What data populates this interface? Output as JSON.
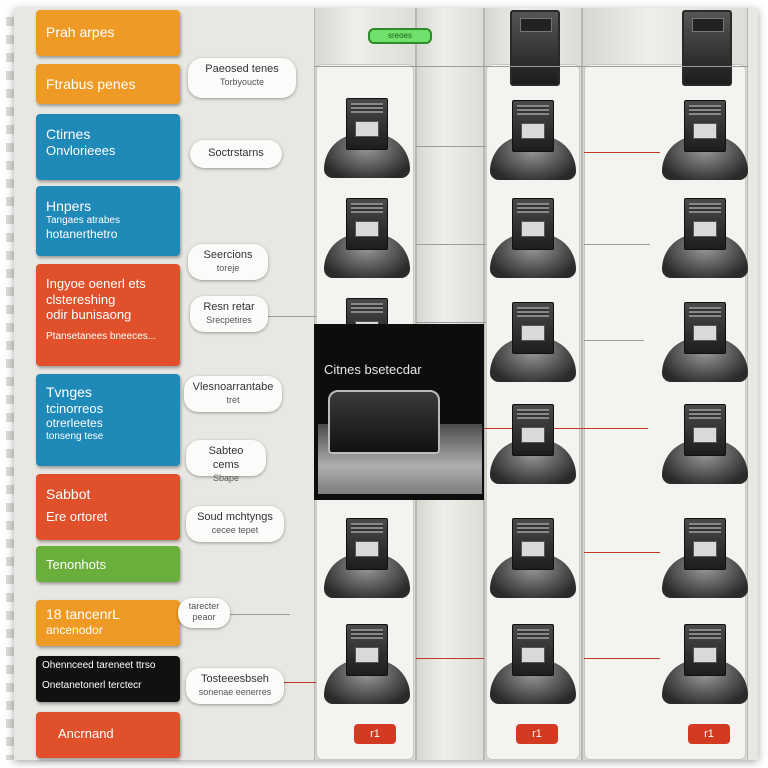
{
  "legend": [
    {
      "lines": [
        "Prah arpes"
      ],
      "color": "orange"
    },
    {
      "lines": [
        "Ftrabus penes"
      ],
      "color": "orange"
    },
    {
      "lines": [
        "Ctirnes",
        "Onvlorieees"
      ],
      "color": "teal"
    },
    {
      "lines": [
        "Hnpers",
        "Tangaes atrabes",
        "hotanerthetro"
      ],
      "color": "teal"
    },
    {
      "lines": [
        "Ingyoe oenerl ets",
        "clstereshing",
        "odir bunisaong",
        "Ptansetanees bneeces..."
      ],
      "color": "red"
    },
    {
      "lines": [
        "Tvnges",
        "tcinorreos",
        "otrerleetes",
        "tonseng tese"
      ],
      "color": "teal"
    },
    {
      "lines": [
        "Sabbot",
        "Ere ortoret"
      ],
      "color": "red"
    },
    {
      "lines": [
        "Tenonhots"
      ],
      "color": "green"
    },
    {
      "lines": [
        "18 tancenrL",
        "ancenodor"
      ],
      "color": "orange"
    },
    {
      "lines": [
        "Ohennceed tareneet ttrso",
        "Onetanetonerl terctecr"
      ],
      "color": "black"
    },
    {
      "lines": [
        "Ancrnand"
      ],
      "color": "red"
    }
  ],
  "callouts": [
    {
      "title": "Paeosed tenes",
      "sub": "Torbyoucte"
    },
    {
      "title": "Soctrstarns",
      "sub": ""
    },
    {
      "title": "Seercions",
      "sub": "toreje"
    },
    {
      "title": "Resn retar",
      "sub": "Srecpetires"
    },
    {
      "title": "Vlesnoarrantabe",
      "sub": "tret"
    },
    {
      "title": "Sabteo cems",
      "sub": "Sbape"
    },
    {
      "title": "Soud mchtyngs",
      "sub": "cecee tepet"
    },
    {
      "title": "tarecter",
      "sub": "peaor"
    },
    {
      "title": "Tosteeesbseh",
      "sub": "sonenae eenerres"
    }
  ],
  "overlay": {
    "label": "Citnes bsetecdar"
  },
  "indicator": {
    "label": "sreoes"
  },
  "badges": [
    "r1",
    "r1",
    "r1"
  ]
}
